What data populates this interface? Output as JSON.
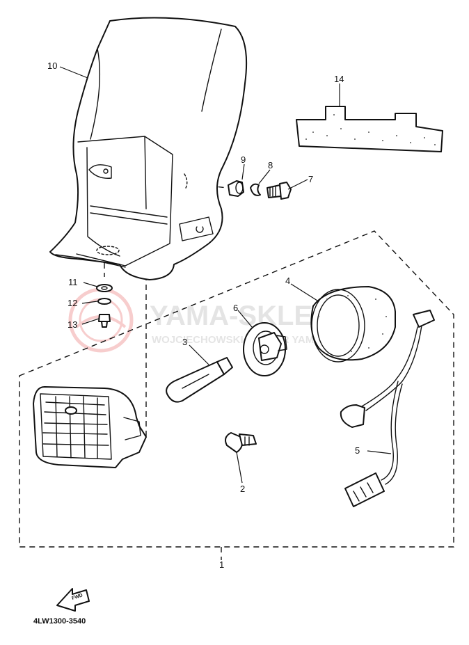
{
  "diagram": {
    "callouts": [
      {
        "id": "c10",
        "label": "10"
      },
      {
        "id": "c14",
        "label": "14"
      },
      {
        "id": "c9",
        "label": "9"
      },
      {
        "id": "c8",
        "label": "8"
      },
      {
        "id": "c7",
        "label": "7"
      },
      {
        "id": "c11",
        "label": "11"
      },
      {
        "id": "c12",
        "label": "12"
      },
      {
        "id": "c13",
        "label": "13"
      },
      {
        "id": "c6",
        "label": "6"
      },
      {
        "id": "c4",
        "label": "4"
      },
      {
        "id": "c3",
        "label": "3"
      },
      {
        "id": "c2",
        "label": "2"
      },
      {
        "id": "c5",
        "label": "5"
      },
      {
        "id": "c1",
        "label": "1"
      }
    ],
    "fwd_label": "FWD",
    "code_label": "4LW1300-3540",
    "watermark": {
      "main": "YAMA-SKLEP.PL",
      "sub": "WOJCIECHOWSKI DEALER YAMAHA"
    }
  }
}
